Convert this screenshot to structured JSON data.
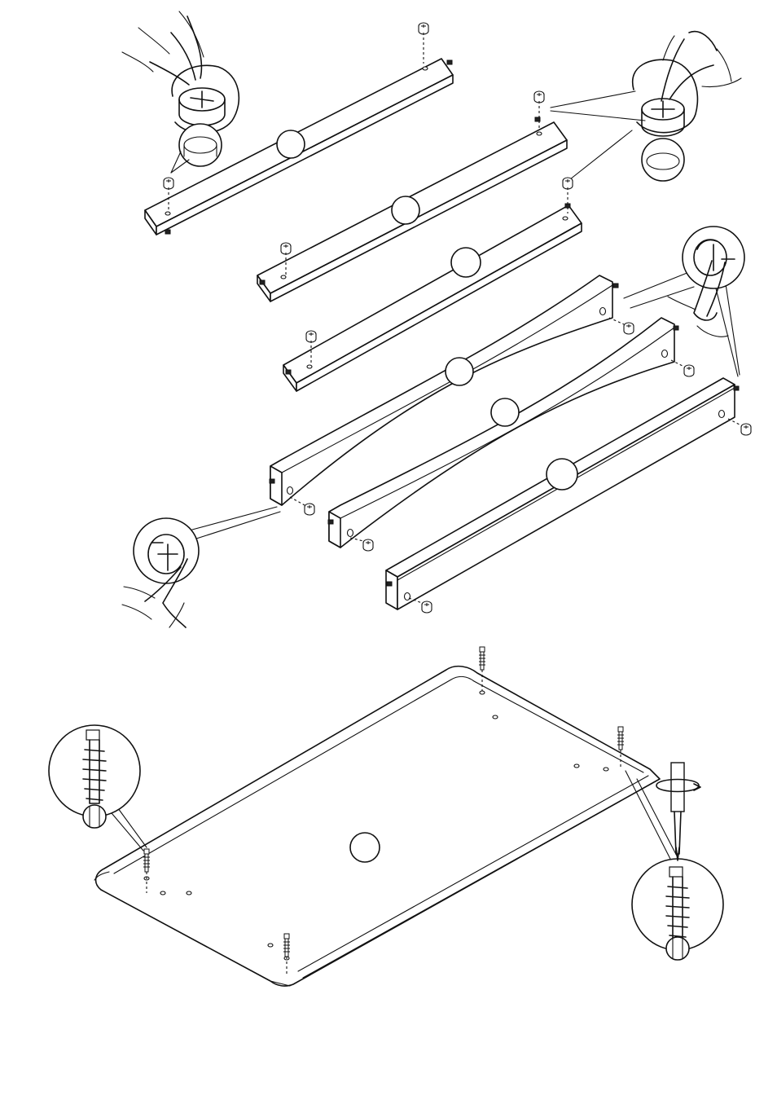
{
  "diagram": {
    "parts": [
      {
        "id": "panel-a",
        "label": ""
      },
      {
        "id": "panel-b",
        "label": ""
      },
      {
        "id": "panel-c",
        "label": ""
      },
      {
        "id": "rail-d",
        "label": ""
      },
      {
        "id": "rail-e",
        "label": ""
      },
      {
        "id": "rail-f",
        "label": ""
      },
      {
        "id": "base-board",
        "label": ""
      }
    ],
    "hardware": [
      "cam-lock",
      "cam-bolt",
      "dowel"
    ],
    "icons": [
      "cam-lock-detail-icon",
      "hand-icon",
      "screwdriver-icon",
      "dowel-detail-icon"
    ]
  }
}
